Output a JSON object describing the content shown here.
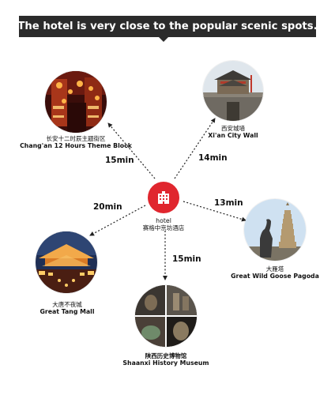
{
  "header": {
    "title": "The hotel is very close to the popular scenic spots."
  },
  "hotel": {
    "label_en": "hotel",
    "label_zh": "赛格中京坊酒店",
    "icon": "building-icon",
    "color": "#e0262e"
  },
  "spots": [
    {
      "id": "changan",
      "name_zh": "长安十二时辰主题街区",
      "name_en": "Chang'an 12 Hours Theme Block",
      "time": "15min"
    },
    {
      "id": "citywall",
      "name_zh": "西安城墙",
      "name_en": "Xi'an City Wall",
      "time": "14min"
    },
    {
      "id": "pagoda",
      "name_zh": "大雁塔",
      "name_en": "Great Wild Goose Pagoda",
      "time": "13min"
    },
    {
      "id": "tangmall",
      "name_zh": "大唐不夜城",
      "name_en": "Great Tang Mall",
      "time": "20min"
    },
    {
      "id": "museum",
      "name_zh": "陕西历史博物馆",
      "name_en": "Shaanxi History Museum",
      "time": "15min"
    }
  ],
  "colors": {
    "banner": "#2b2b2b",
    "accent": "#e0262e",
    "text": "#111111"
  }
}
